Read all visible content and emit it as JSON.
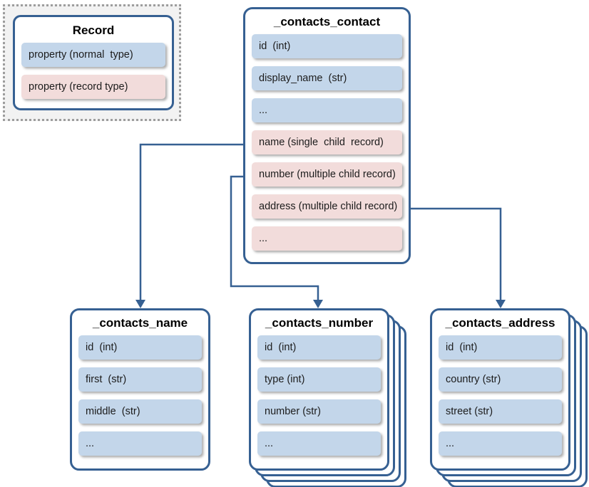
{
  "colors": {
    "box_border": "#366092",
    "connector": "#366092",
    "normal_property_fill": "#c3d6ea",
    "record_property_fill": "#f2dcdb",
    "legend_background": "#f2f2f2",
    "legend_dotted_border": "#9d9d9d",
    "text": "#1c1c1c"
  },
  "legend": {
    "title": "Record",
    "rows": [
      {
        "label": "property (normal  type)",
        "kind": "normal"
      },
      {
        "label": "property (record type)",
        "kind": "record"
      }
    ]
  },
  "contact": {
    "title": "_contacts_contact",
    "rows": [
      {
        "label": "id  (int)",
        "kind": "normal"
      },
      {
        "label": "display_name  (str)",
        "kind": "normal"
      },
      {
        "label": "...",
        "kind": "normal"
      },
      {
        "label": "name (single  child  record)",
        "kind": "record"
      },
      {
        "label": "number (multiple child record)",
        "kind": "record"
      },
      {
        "label": "address (multiple child record)",
        "kind": "record"
      },
      {
        "label": "...",
        "kind": "record"
      }
    ]
  },
  "name_table": {
    "title": "_contacts_name",
    "rows": [
      {
        "label": "id  (int)",
        "kind": "normal"
      },
      {
        "label": "first  (str)",
        "kind": "normal"
      },
      {
        "label": "middle  (str)",
        "kind": "normal"
      },
      {
        "label": "...",
        "kind": "normal"
      }
    ]
  },
  "number_table": {
    "title": "_contacts_number",
    "rows": [
      {
        "label": "id  (int)",
        "kind": "normal"
      },
      {
        "label": "type (int)",
        "kind": "normal"
      },
      {
        "label": "number (str)",
        "kind": "normal"
      },
      {
        "label": "...",
        "kind": "normal"
      }
    ]
  },
  "address_table": {
    "title": "_contacts_address",
    "rows": [
      {
        "label": "id  (int)",
        "kind": "normal"
      },
      {
        "label": "country (str)",
        "kind": "normal"
      },
      {
        "label": "street (str)",
        "kind": "normal"
      },
      {
        "label": "...",
        "kind": "normal"
      }
    ]
  },
  "relationships": [
    {
      "from": "name (single child record)",
      "to": "_contacts_name"
    },
    {
      "from": "number (multiple child record)",
      "to": "_contacts_number"
    },
    {
      "from": "address (multiple child record)",
      "to": "_contacts_address"
    }
  ]
}
